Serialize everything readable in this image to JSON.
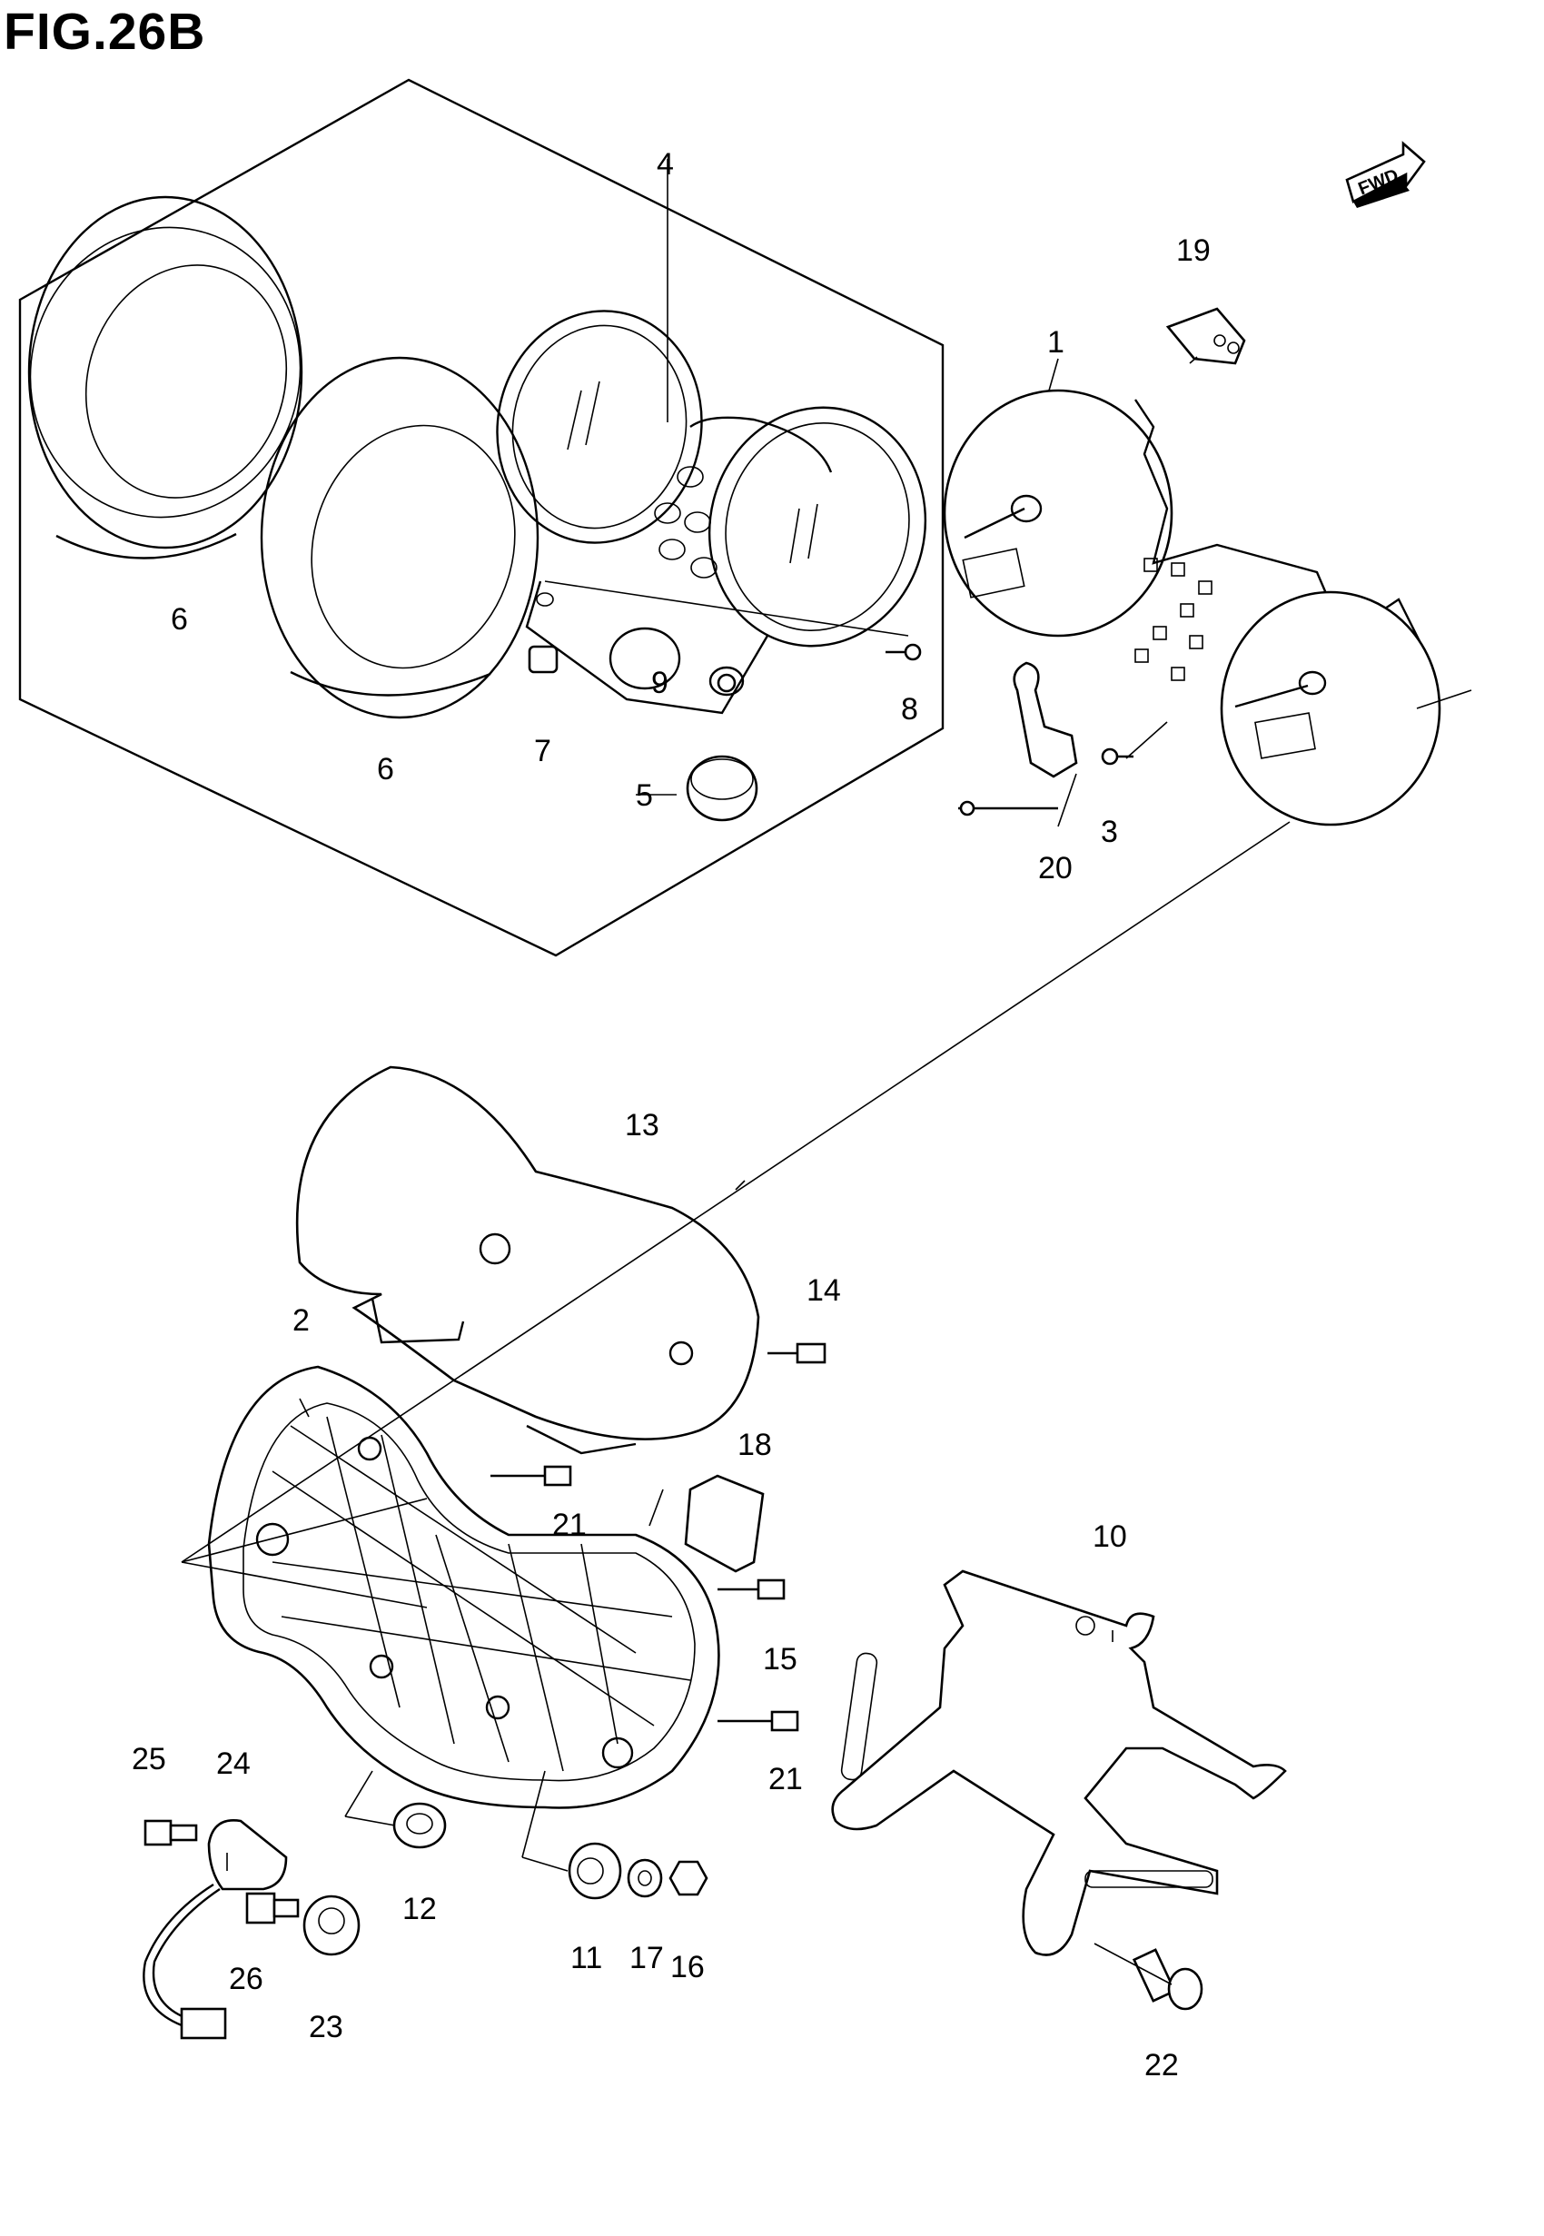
{
  "figure": {
    "title": "FIG.26B"
  },
  "fwd_badge": {
    "label": "FWD"
  },
  "callouts": [
    {
      "id": "c1",
      "label": "1"
    },
    {
      "id": "c2",
      "label": "2"
    },
    {
      "id": "c3",
      "label": "3"
    },
    {
      "id": "c4",
      "label": "4"
    },
    {
      "id": "c5",
      "label": "5"
    },
    {
      "id": "c6a",
      "label": "6"
    },
    {
      "id": "c6b",
      "label": "6"
    },
    {
      "id": "c7",
      "label": "7"
    },
    {
      "id": "c8",
      "label": "8"
    },
    {
      "id": "c9",
      "label": "9"
    },
    {
      "id": "c10",
      "label": "10"
    },
    {
      "id": "c11",
      "label": "11"
    },
    {
      "id": "c12",
      "label": "12"
    },
    {
      "id": "c13",
      "label": "13"
    },
    {
      "id": "c14",
      "label": "14"
    },
    {
      "id": "c15",
      "label": "15"
    },
    {
      "id": "c16",
      "label": "16"
    },
    {
      "id": "c17",
      "label": "17"
    },
    {
      "id": "c18",
      "label": "18"
    },
    {
      "id": "c19",
      "label": "19"
    },
    {
      "id": "c20",
      "label": "20"
    },
    {
      "id": "c21a",
      "label": "21"
    },
    {
      "id": "c21b",
      "label": "21"
    },
    {
      "id": "c22",
      "label": "22"
    },
    {
      "id": "c23",
      "label": "23"
    },
    {
      "id": "c24",
      "label": "24"
    },
    {
      "id": "c25",
      "label": "25"
    },
    {
      "id": "c26",
      "label": "26"
    }
  ]
}
